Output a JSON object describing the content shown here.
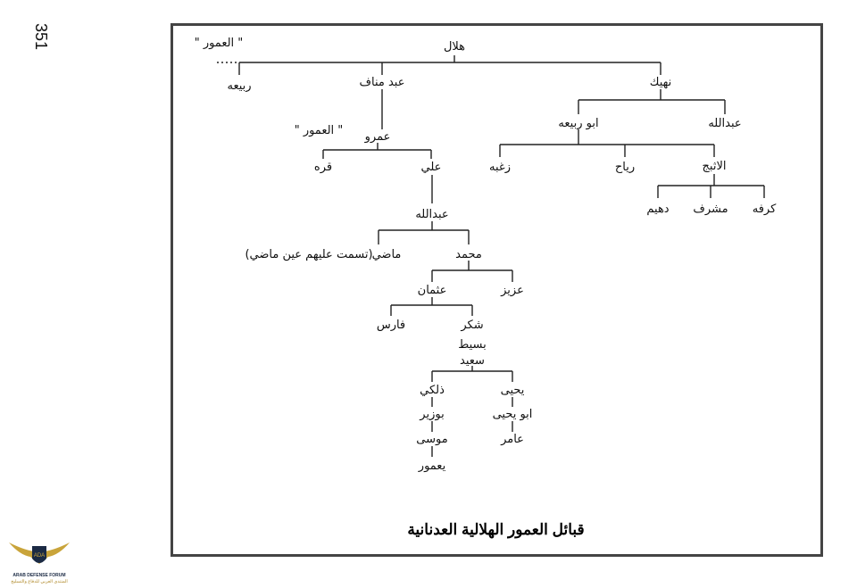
{
  "page_number": "351",
  "caption": "قبائل العمور الهلالية  العدنانية",
  "logo": {
    "name": "ARAB DEFENSE FORUM",
    "arabic": "المنتدى العربي للدفاع والتسليح"
  },
  "tree": {
    "root": "هلال",
    "left_tag": "\" العمور \"",
    "children_1": {
      "rabia": "ربيعه",
      "abd_manaf": "عبد مناف",
      "nahik": "نهيك"
    },
    "amr": "عمرو",
    "amr_tag": "\" العمور \"",
    "amr_children": {
      "qurra": "قره",
      "ali": "علي"
    },
    "nahik_children": {
      "abu_rabia": "ابو ربيعه",
      "abdullah_r": "عبدالله"
    },
    "abu_rabia_children": {
      "zughba": "زغبه",
      "riyah": "رياح",
      "athbaj": "الاثبج"
    },
    "athbaj_children": {
      "dahhim": "دهيم",
      "mashrif": "مشرف",
      "karfa": "كرفه"
    },
    "abdullah": "عبدالله",
    "abdullah_children": {
      "madi": "ماضي",
      "madi_note": "(تسمت عليهم عين ماضي)",
      "muhammad": "محمد"
    },
    "muhammad_children": {
      "othman": "عثمان",
      "aziz": "عزيز"
    },
    "othman_children": {
      "fares": "فارس",
      "shukr": "شكر"
    },
    "chain1": {
      "busayd": "بسيط",
      "saeed": "سعيد"
    },
    "saeed_children": {
      "dhalkhi": "ذلكي",
      "yahya": "يحيى"
    },
    "dhalkhi_line": {
      "buzeir": "بوزير",
      "musa": "موسى",
      "yamur": "يعمور"
    },
    "yahya_line": {
      "abu_yahya": "ابو يحيى",
      "amer": "عامر"
    }
  }
}
